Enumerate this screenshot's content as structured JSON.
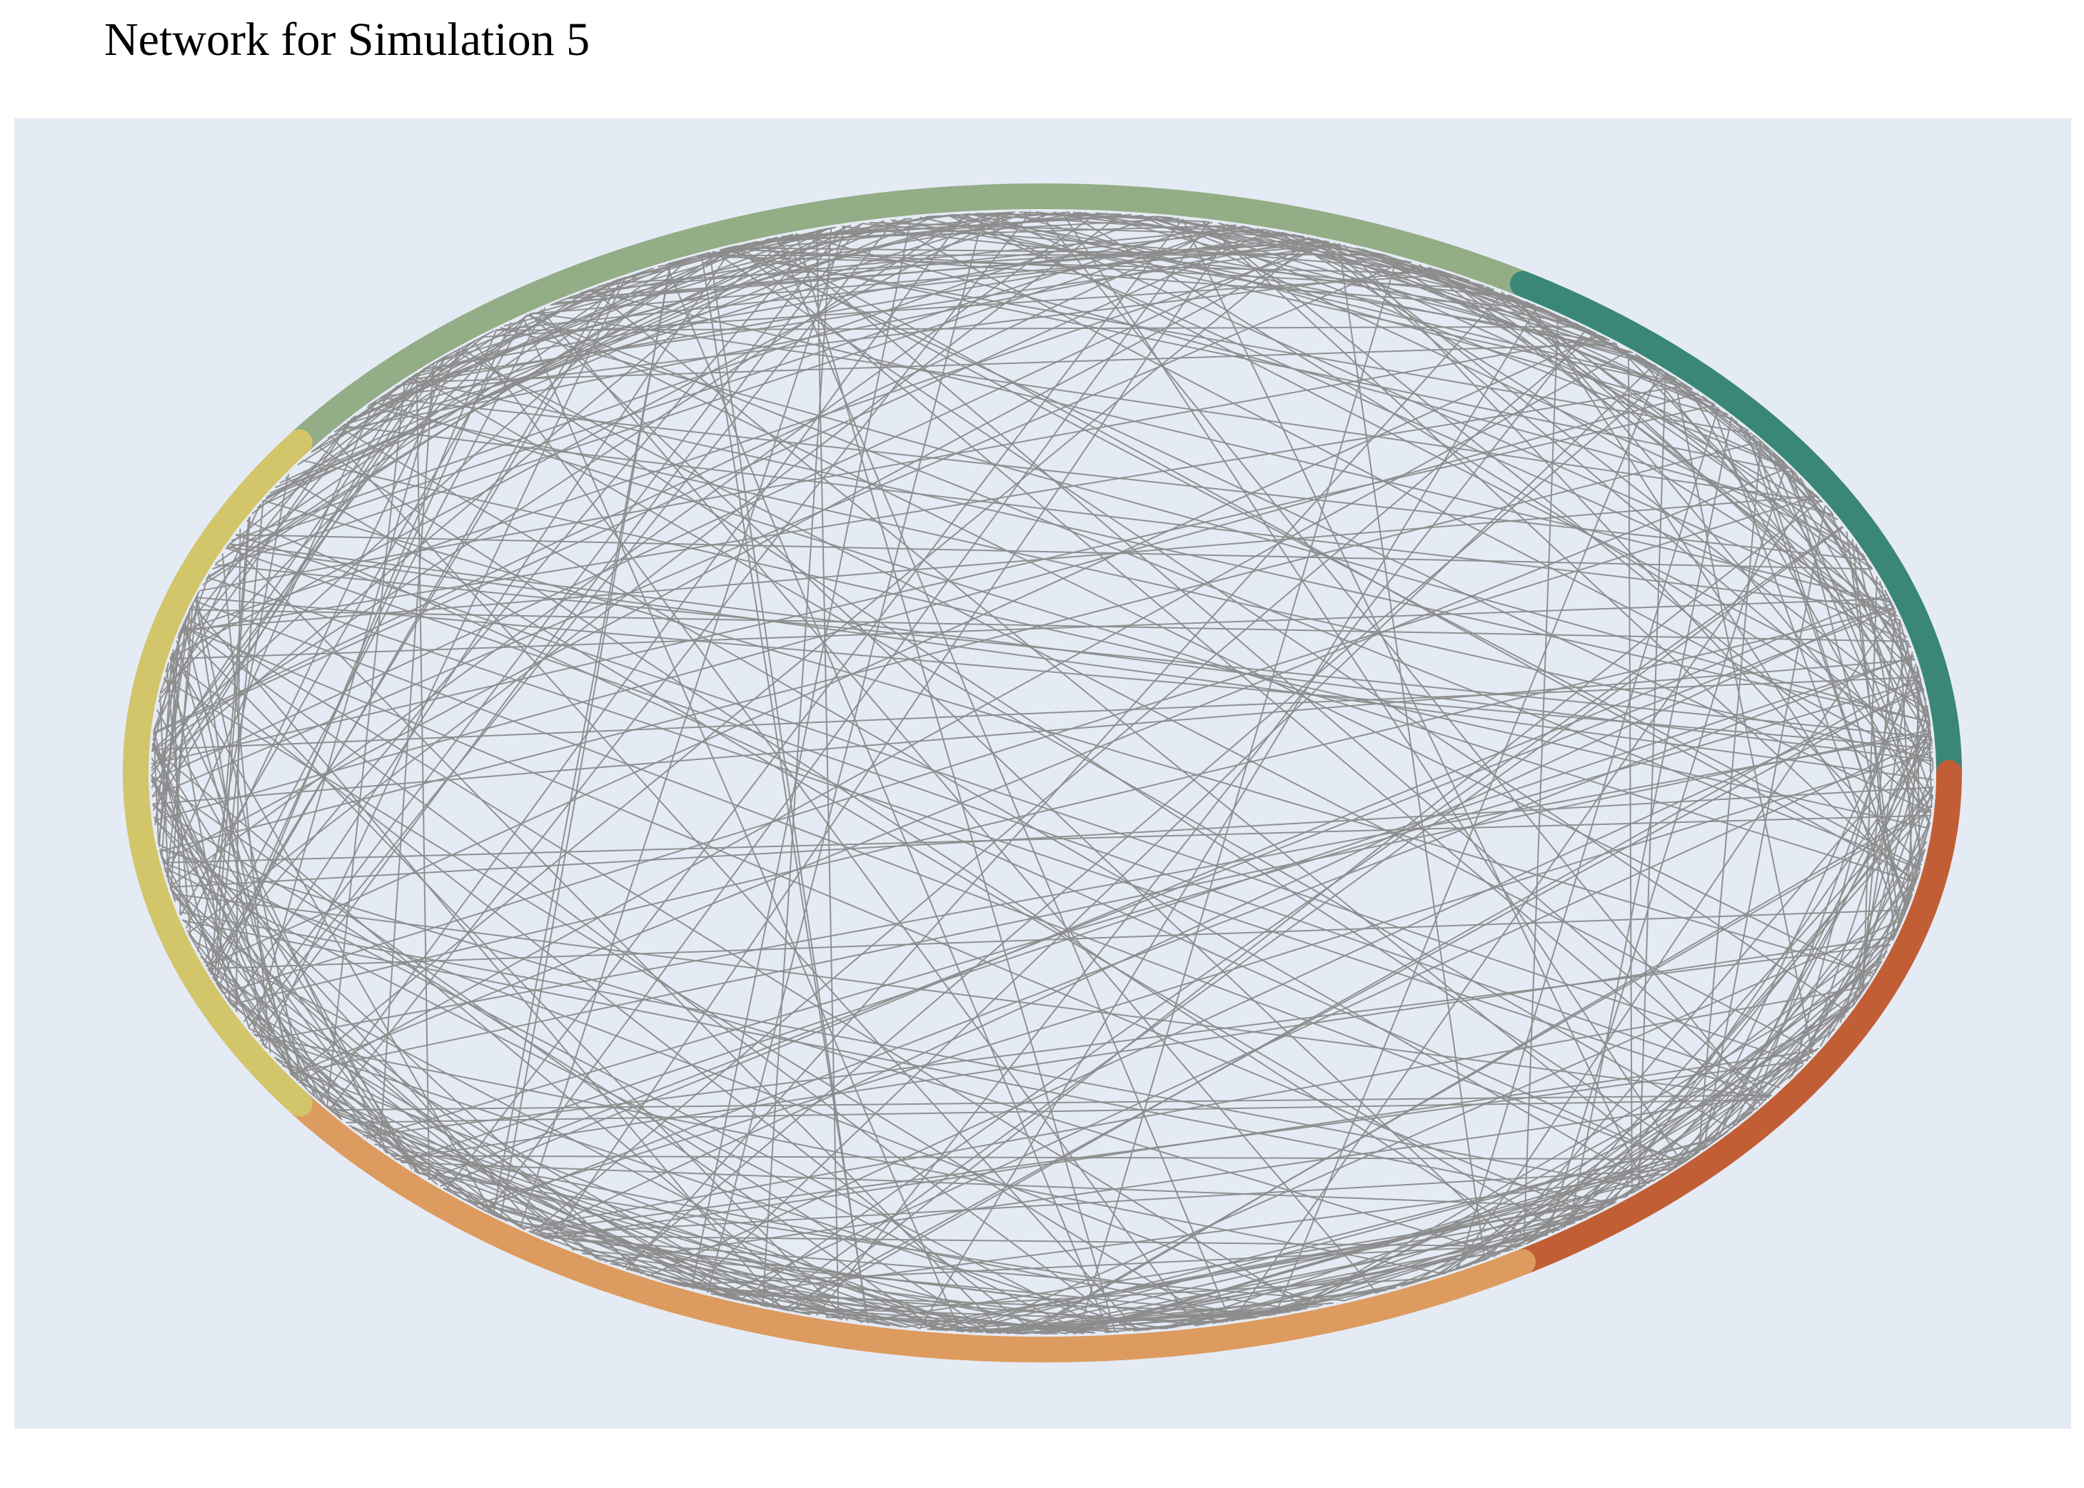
{
  "title": "Network for Simulation 5",
  "colors": {
    "background": "#e5ebf5",
    "edge": "#8c8c8c",
    "groups": [
      "#93ad86",
      "#3a8677",
      "#c25e35",
      "#dd9b5f",
      "#d2c56a"
    ]
  },
  "network": {
    "layout": "circular",
    "group_count": 5,
    "edge_count": 600,
    "seed": 5
  }
}
